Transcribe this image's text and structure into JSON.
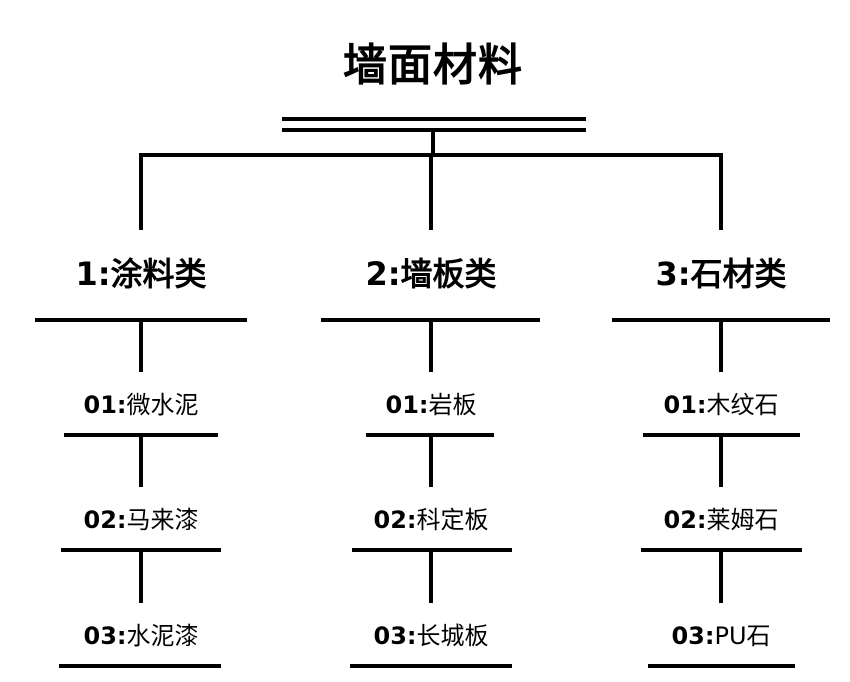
{
  "title": "墙面材料",
  "categories": [
    {
      "label": "1:涂料类",
      "items": [
        {
          "code": "01:",
          "name": "微水泥"
        },
        {
          "code": "02:",
          "name": "马来漆"
        },
        {
          "code": "03:",
          "name": "水泥漆"
        }
      ]
    },
    {
      "label": "2:墙板类",
      "items": [
        {
          "code": "01:",
          "name": "岩板"
        },
        {
          "code": "02:",
          "name": "科定板"
        },
        {
          "code": "03:",
          "name": "长城板"
        }
      ]
    },
    {
      "label": "3:石材类",
      "items": [
        {
          "code": "01:",
          "name": "木纹石"
        },
        {
          "code": "02:",
          "name": "莱姆石"
        },
        {
          "code": "03:",
          "name": "PU石"
        }
      ]
    }
  ]
}
